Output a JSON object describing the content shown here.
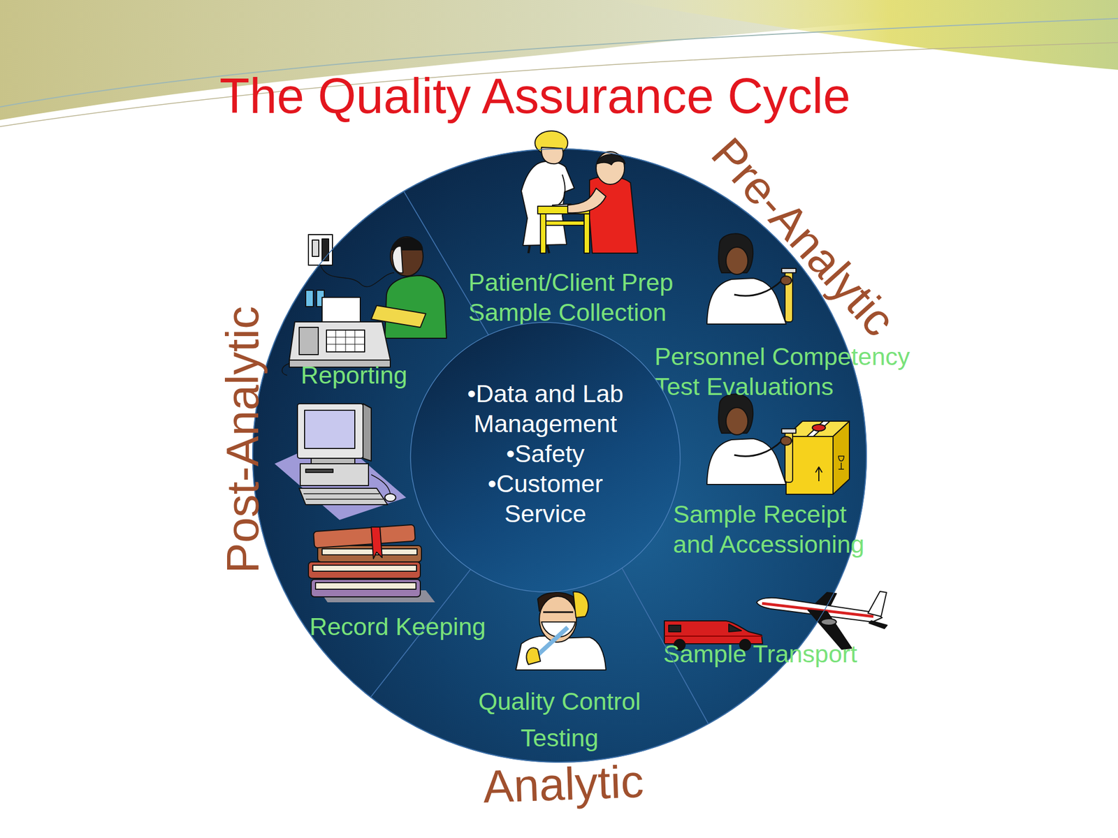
{
  "diagram": {
    "title": "The Quality Assurance Cycle",
    "nodes": [
      {
        "text": [
          "Pre-Analytic",
          "Patient/Client Prep Sample Collection",
          "Personnel Competency Test Evaluations",
          "Sample Receipt and Accessioning",
          "Sample Transport"
        ]
      },
      {
        "text": [
          "Analytic",
          "Quality Control Testing"
        ]
      },
      {
        "text": [
          "Post-Analytic",
          "Reporting",
          "Record Keeping"
        ]
      },
      {
        "text": [
          "•Data and Lab Management",
          "•Safety",
          "•Customer Service"
        ]
      }
    ]
  }
}
